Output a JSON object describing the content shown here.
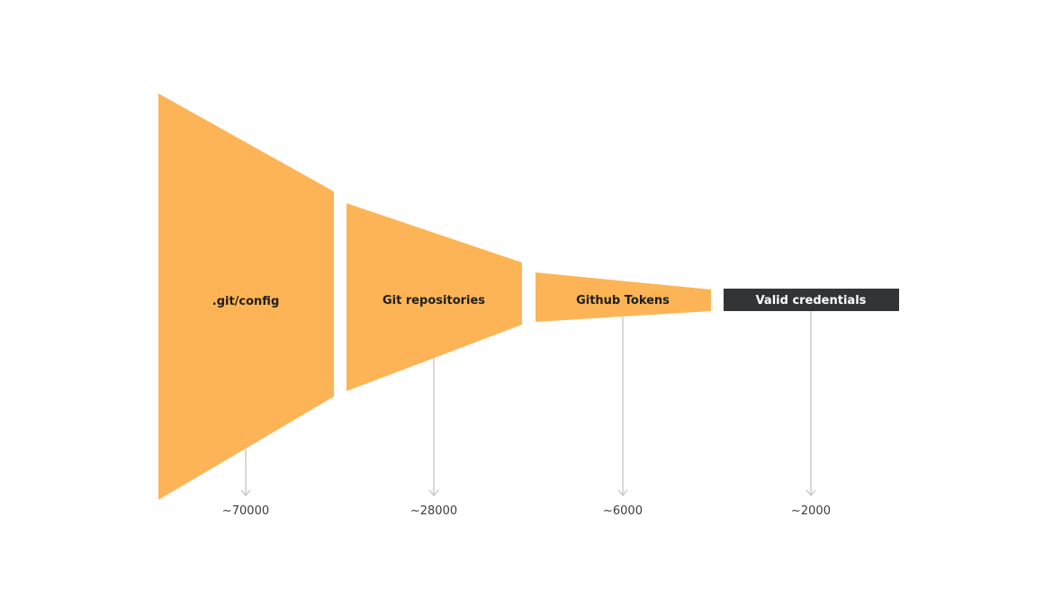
{
  "colors": {
    "stage_fill": "#fcb456",
    "final_fill": "#333435",
    "connector": "#c4c4c4"
  },
  "stages": [
    {
      "label": ".git/config",
      "count": "~70000"
    },
    {
      "label": "Git repositories",
      "count": "~28000"
    },
    {
      "label": "Github Tokens",
      "count": "~6000"
    },
    {
      "label": "Valid credentials",
      "count": "~2000"
    }
  ]
}
